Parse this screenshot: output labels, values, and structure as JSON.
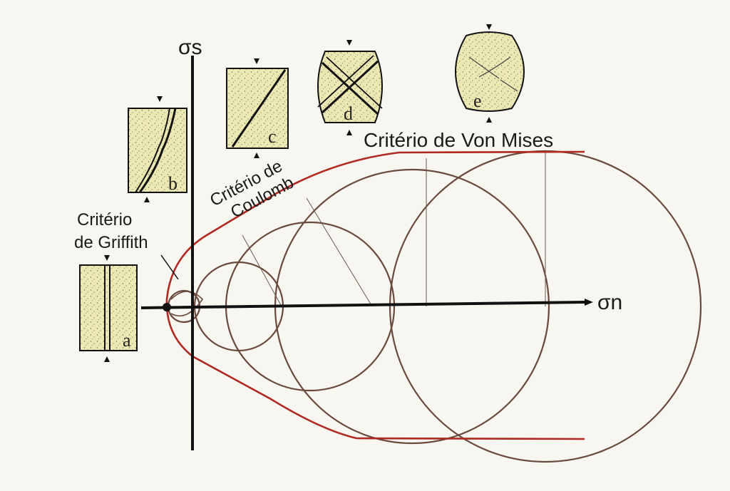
{
  "axes": {
    "shear_symbol": "σs",
    "normal_symbol": "σn"
  },
  "criteria": {
    "griffith": [
      "Critério",
      "de Griffith"
    ],
    "coulomb": [
      "Critério de",
      "Coulomb"
    ],
    "von_mises": "Critério de Von Mises"
  },
  "samples": {
    "a": "a",
    "b": "b",
    "c": "c",
    "d": "d",
    "e": "e"
  },
  "colors": {
    "envelope": "#b02a22",
    "circle": "#6b4a3e",
    "axis": "#111111",
    "sample_fill": "#ece8b4"
  }
}
